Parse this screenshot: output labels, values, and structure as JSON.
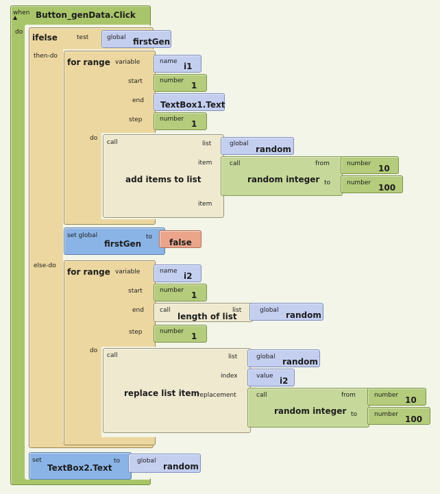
{
  "event": {
    "when_label": "when",
    "name": "Button_genData.Click",
    "do_label": "do"
  },
  "ifelse": {
    "title": "ifelse",
    "test_label": "test",
    "then_label": "then-do",
    "else_label": "else-do",
    "test_global": "global",
    "test_var": "firstGen"
  },
  "loop1": {
    "title": "for range",
    "variable_label": "variable",
    "start_label": "start",
    "end_label": "end",
    "step_label": "step",
    "do_label": "do",
    "name_tag": "name",
    "name_val": "i1",
    "start_tag": "number",
    "start_val": "1",
    "end_val": "TextBox1.Text",
    "step_tag": "number",
    "step_val": "1"
  },
  "add_items": {
    "call_label": "call",
    "title": "add items to list",
    "list_label": "list",
    "item_label": "item",
    "item2_label": "item",
    "list_global": "global",
    "list_var": "random",
    "ri_call": "call",
    "ri_title": "random integer",
    "from_label": "from",
    "to_label": "to",
    "from_tag": "number",
    "from_val": "10",
    "to_tag": "number",
    "to_val": "100"
  },
  "set_first": {
    "set_label": "set global",
    "var": "firstGen",
    "to_label": "to",
    "value": "false"
  },
  "loop2": {
    "title": "for range",
    "variable_label": "variable",
    "start_label": "start",
    "end_label": "end",
    "step_label": "step",
    "do_label": "do",
    "name_tag": "name",
    "name_val": "i2",
    "start_tag": "number",
    "start_val": "1",
    "step_tag": "number",
    "step_val": "1",
    "len_call": "call",
    "len_title": "length of list",
    "len_list_label": "list",
    "len_global": "global",
    "len_var": "random"
  },
  "replace": {
    "call_label": "call",
    "title": "replace list item",
    "list_label": "list",
    "index_label": "index",
    "replacement_label": "replacement",
    "list_global": "global",
    "list_var": "random",
    "index_tag": "value",
    "index_val": "i2",
    "ri_call": "call",
    "ri_title": "random integer",
    "from_label": "from",
    "to_label": "to",
    "from_tag": "number",
    "from_val": "10",
    "to_tag": "number",
    "to_val": "100"
  },
  "set_text": {
    "set_label": "set",
    "var": "TextBox2.Text",
    "to_label": "to",
    "global": "global",
    "value": "random"
  }
}
